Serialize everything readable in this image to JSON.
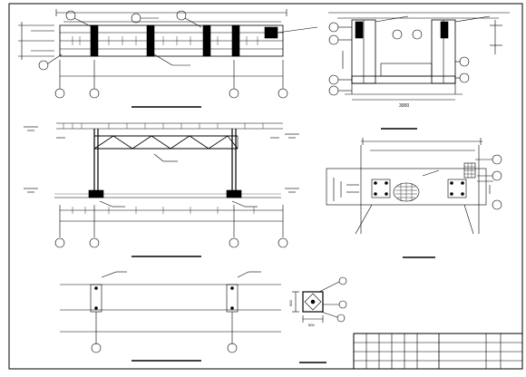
{
  "colors": {
    "ink": "#000000",
    "paper": "#ffffff"
  },
  "dimensions": {
    "section_width": "3000",
    "footing_height": "500",
    "footing_width": "500"
  }
}
